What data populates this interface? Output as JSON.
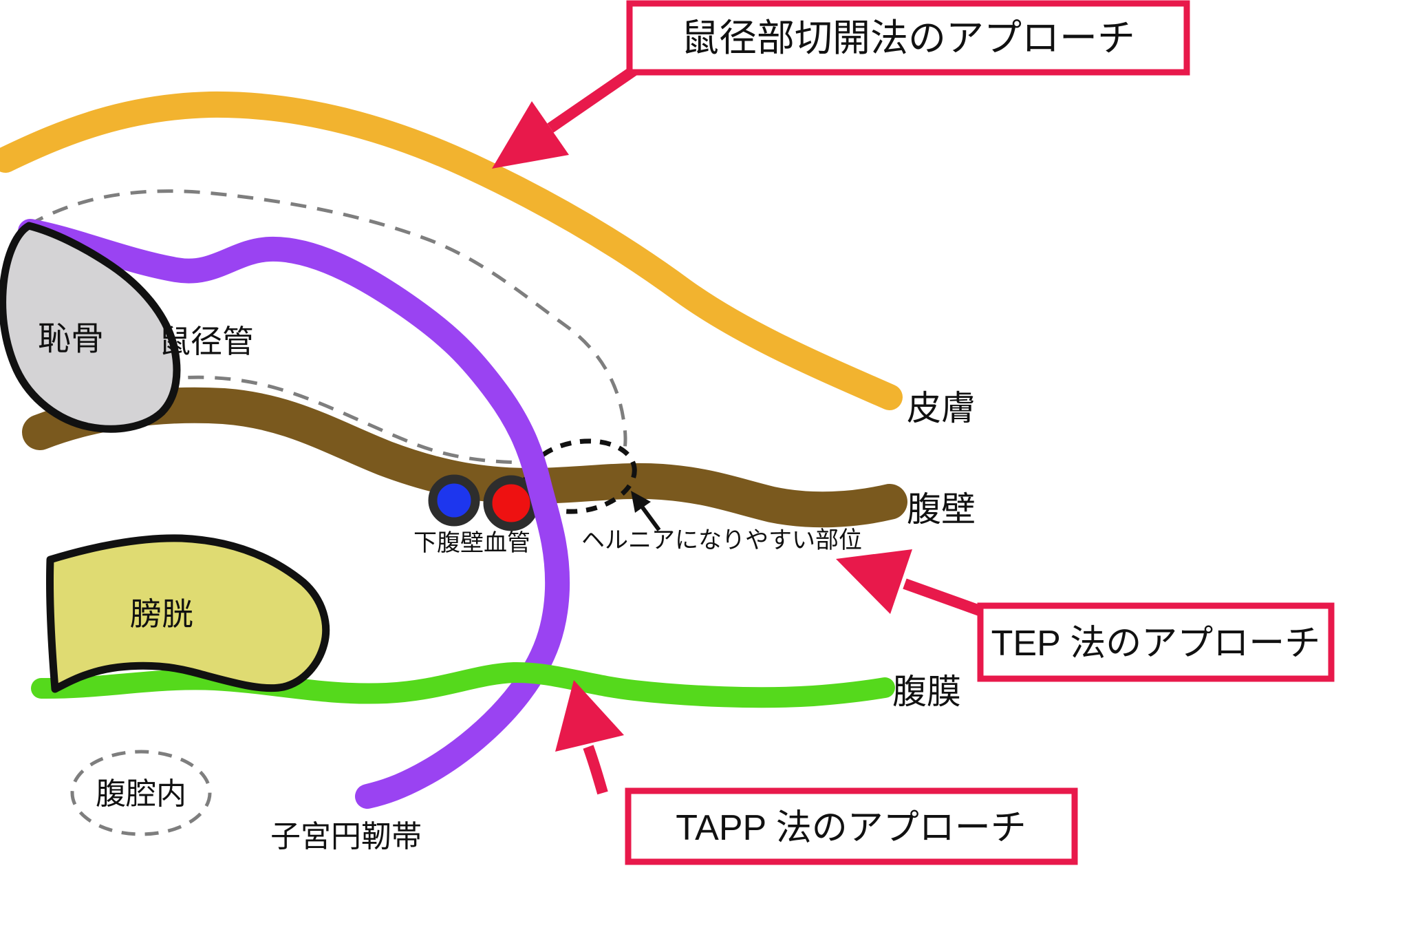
{
  "title_box": {
    "label": "鼠径部切開法のアプローチ"
  },
  "approach_boxes": {
    "tep_label": "TEP 法のアプローチ",
    "tapp_label": "TAPP 法のアプローチ"
  },
  "anatomy_labels": {
    "pubic_bone": "恥骨",
    "inguinal_canal": "鼠径管",
    "bladder": "膀胱",
    "intra_abdominal": "腹腔内",
    "round_ligament": "子宮円靭帯",
    "inferior_epigastric_vessels": "下腹壁血管",
    "hernia_prone_site": "ヘルニアになりやすい部位",
    "skin": "皮膚",
    "abdominal_wall": "腹壁",
    "peritoneum": "腹膜"
  },
  "colors": {
    "accent_red": "#E8194B",
    "skin_band": "#F2B32F",
    "abdominal_wall_band": "#7A591E",
    "peritoneum_band": "#55D91C",
    "round_ligament_band": "#9A43F2",
    "bladder_fill": "#DFDB72",
    "pubic_bone_fill": "#D4D3D5",
    "artery_red": "#EE1111",
    "vein_blue": "#1D36EE",
    "vessel_ring": "#2D2D2D",
    "dashed_gray": "#7E7E7E",
    "text_black": "#111111",
    "box_fill": "#FFFFFF"
  }
}
